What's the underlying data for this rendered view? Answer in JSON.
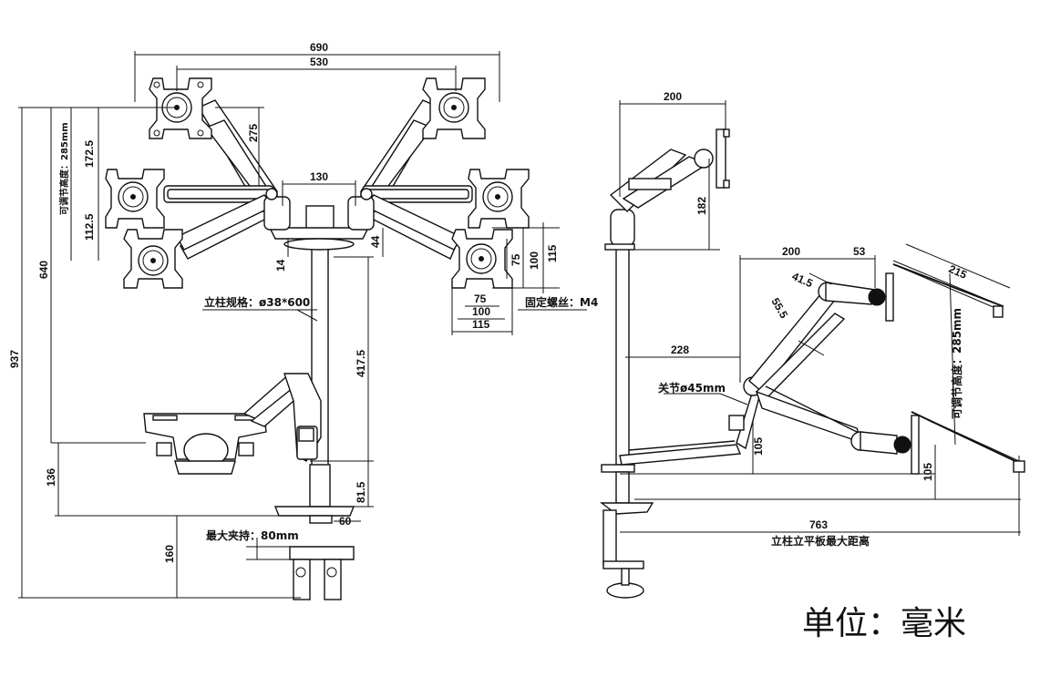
{
  "front_view": {
    "dims": {
      "w690": "690",
      "w530": "530",
      "w130": "130",
      "h275": "275",
      "h172_5": "172.5",
      "h112_5": "112.5",
      "h640": "640",
      "h937": "937",
      "h136": "136",
      "h160": "160",
      "h417_5": "417.5",
      "h81_5": "81.5",
      "h44": "44",
      "h14": "14",
      "h60": "60",
      "vesa75_h": "75",
      "vesa100_h": "100",
      "vesa115_h": "115",
      "vesa75_w": "75",
      "vesa100_w": "100",
      "vesa115_w": "115"
    },
    "labels": {
      "adjust_height": "可调节高度：285mm",
      "pole_spec": "立柱规格：ø38*600",
      "fixing_screw": "固定螺丝：M4",
      "max_clamp": "最大夹持：80mm"
    }
  },
  "side_view": {
    "dims": {
      "w200_top": "200",
      "h182": "182",
      "w200": "200",
      "w53": "53",
      "a41_5": "41.5",
      "a55_5": "55.5",
      "w228": "228",
      "w215": "215",
      "h105_left": "105",
      "h105_right": "105",
      "w763": "763"
    },
    "labels": {
      "joint": "关节ø45mm",
      "adjust_height": "可调节高度：285mm",
      "pole_to_plate": "立柱立平板最大距离"
    }
  },
  "unit_note": "单位：毫米"
}
